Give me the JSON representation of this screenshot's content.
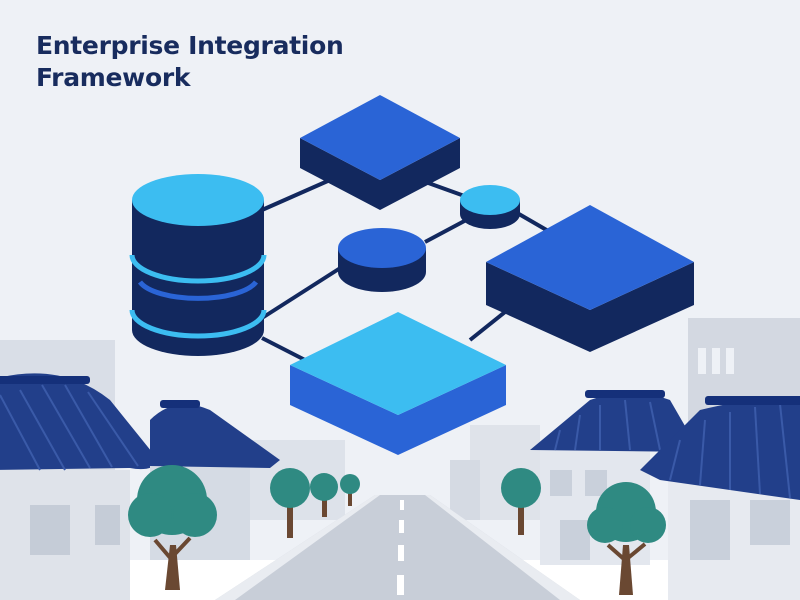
{
  "title": {
    "line1": "Enterprise Integration",
    "line2": "Framework"
  },
  "colors": {
    "background": "#eef1f6",
    "navy": "#12285e",
    "royal_blue": "#2a64d6",
    "sky_blue": "#3cbdf1",
    "roof_blue": "#223f8a",
    "building_gray": "#d8dde6",
    "tree_green": "#2f8a82",
    "trunk_brown": "#6a4832",
    "road_gray": "#cfd4dc"
  },
  "illustration": {
    "nodes": [
      "database-cylinder",
      "top-block",
      "small-disc-top",
      "middle-disc",
      "right-block",
      "bottom-block"
    ],
    "scene": "street-with-traditional-houses-and-trees"
  }
}
